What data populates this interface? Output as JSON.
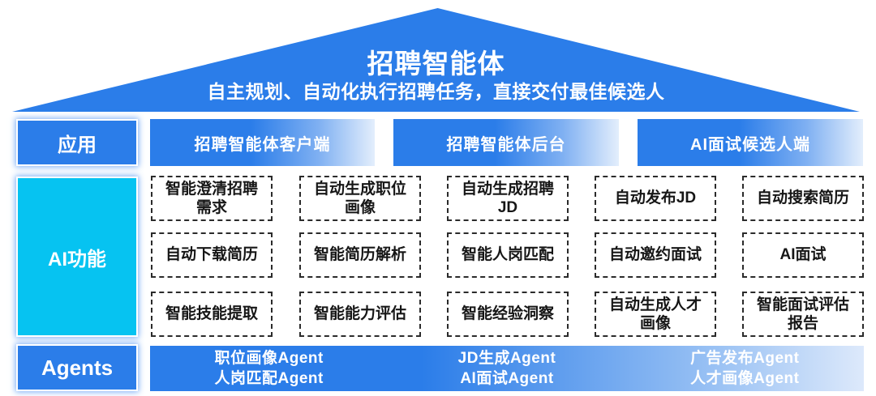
{
  "roof": {
    "title": "招聘智能体",
    "subtitle": "自主规划、自动化执行招聘任务，直接交付最佳候选人"
  },
  "rail": {
    "applications_label": "应用",
    "ai_functions_label": "AI功能",
    "agents_label": "Agents"
  },
  "app_bars": [
    "招聘智能体客户端",
    "招聘智能体后台",
    "AI面试候选人端"
  ],
  "grid": {
    "rows": [
      [
        "智能澄清招聘\n需求",
        "自动生成职位\n画像",
        "自动生成招聘\nJD",
        "自动发布JD",
        "自动搜索简历"
      ],
      [
        "自动下载简历",
        "智能简历解析",
        "智能人岗匹配",
        "自动邀约面试",
        "AI面试"
      ],
      [
        "智能技能提取",
        "智能能力评估",
        "智能经验洞察",
        "自动生成人才\n画像",
        "智能面试评估\n报告"
      ]
    ]
  },
  "agent_groups": [
    {
      "top": "职位画像Agent",
      "bottom": "人岗匹配Agent"
    },
    {
      "top": "JD生成Agent",
      "bottom": "AI面试Agent"
    },
    {
      "top": "广告发布Agent",
      "bottom": "人才画像Agent"
    }
  ],
  "colors": {
    "primary_blue": "#2b7de9",
    "cyan": "#06c3f1",
    "gradient_light_end": "#e3eefc",
    "agents_gradient_end": "#dde9fb",
    "cell_border": "#2b2b2b",
    "cell_text": "#161616",
    "background": "#ffffff"
  }
}
